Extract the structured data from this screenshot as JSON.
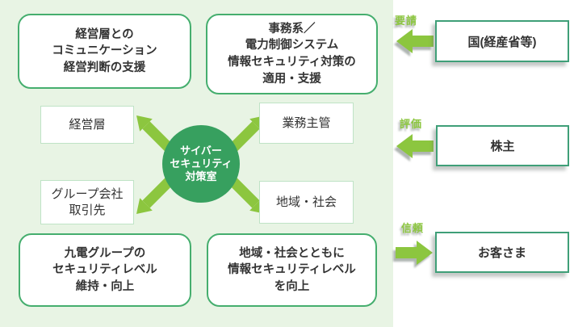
{
  "circle": {
    "line1": "サイバー",
    "line2": "セキュリティ",
    "line3": "対策室"
  },
  "boxes": {
    "top_left": {
      "line1": "経営層との",
      "line2": "コミュニケーション",
      "line3": "経営判断の支援"
    },
    "top_right": {
      "line1": "事務系／",
      "line2": "電力制御システム",
      "line3": "情報セキュリティ対策の",
      "line4": "適用・支援"
    },
    "mid_left": {
      "label": "経営層"
    },
    "mid_right": {
      "label": "業務主管"
    },
    "low_left": {
      "line1": "グループ会社",
      "line2": "取引先"
    },
    "low_right": {
      "label": "地域・社会"
    },
    "bottom_left": {
      "line1": "九電グループの",
      "line2": "セキュリティレベル",
      "line3": "維持・向上"
    },
    "bottom_right": {
      "line1": "地域・社会とともに",
      "line2": "情報セキュリティレベル",
      "line3": "を向上"
    }
  },
  "external": {
    "government": {
      "label": "国(経産省等)",
      "arrow_label": "要請",
      "arrow_direction": "left"
    },
    "shareholders": {
      "label": "株主",
      "arrow_label": "評価",
      "arrow_direction": "left"
    },
    "customers": {
      "label": "お客さま",
      "arrow_label": "信頼",
      "arrow_direction": "right"
    }
  },
  "colors": {
    "panel_bg": "#e8f4e4",
    "circle_green": "#37a05f",
    "arrow_green": "#8cc63f",
    "outcome_box_border": "#45ae6e",
    "stakeholder_box_border": "#bfe3c6",
    "external_box_border": "#3f9f78",
    "text": "#333333"
  }
}
